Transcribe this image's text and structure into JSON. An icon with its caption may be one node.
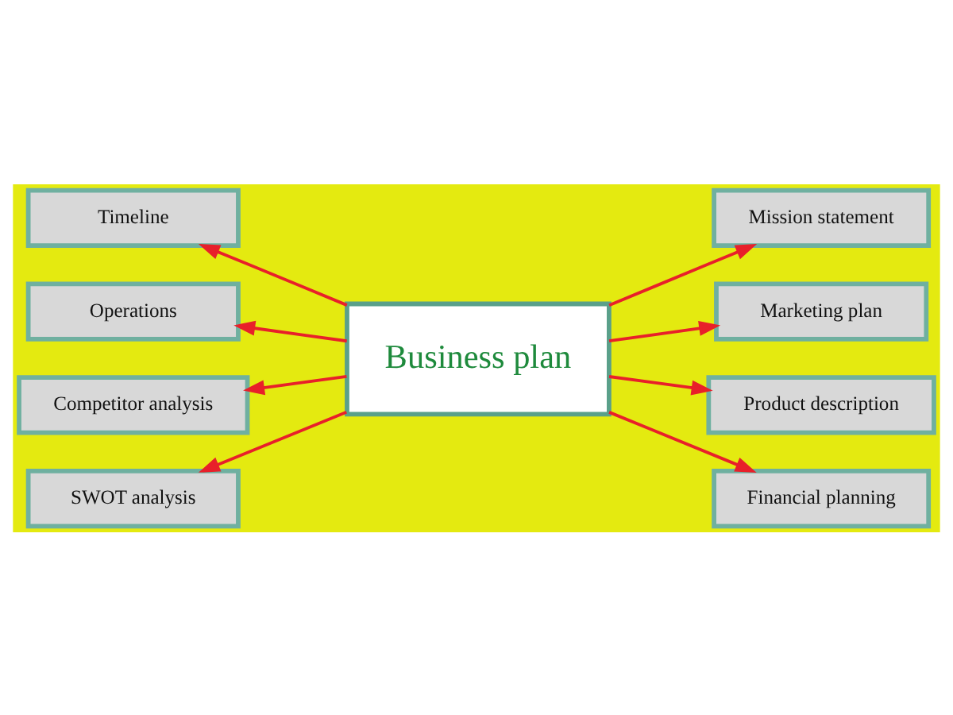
{
  "diagram": {
    "nodes": [
      {
        "text": [
          "Timeline"
        ]
      },
      {
        "text": [
          "Mission statement"
        ]
      },
      {
        "text": [
          "Operations"
        ]
      },
      {
        "text": [
          "Marketing plan"
        ]
      },
      {
        "text": [
          "Business plan"
        ]
      },
      {
        "text": [
          "Competitor analysis"
        ]
      },
      {
        "text": [
          "Product description"
        ]
      },
      {
        "text": [
          "SWOT analysis"
        ]
      },
      {
        "text": [
          "Financial planning"
        ]
      }
    ],
    "edges": [
      {
        "from": 4,
        "to": 0,
        "arrow": "to",
        "color": "#e8202a"
      },
      {
        "from": 4,
        "to": 2,
        "arrow": "to",
        "color": "#e8202a"
      },
      {
        "from": 4,
        "to": 5,
        "arrow": "to",
        "color": "#e8202a"
      },
      {
        "from": 4,
        "to": 7,
        "arrow": "to",
        "color": "#e8202a"
      },
      {
        "from": 4,
        "to": 1,
        "arrow": "to",
        "color": "#e8202a"
      },
      {
        "from": 4,
        "to": 3,
        "arrow": "to",
        "color": "#e8202a"
      },
      {
        "from": 4,
        "to": 6,
        "arrow": "to",
        "color": "#e8202a"
      },
      {
        "from": 4,
        "to": 8,
        "arrow": "to",
        "color": "#e8202a"
      }
    ]
  }
}
